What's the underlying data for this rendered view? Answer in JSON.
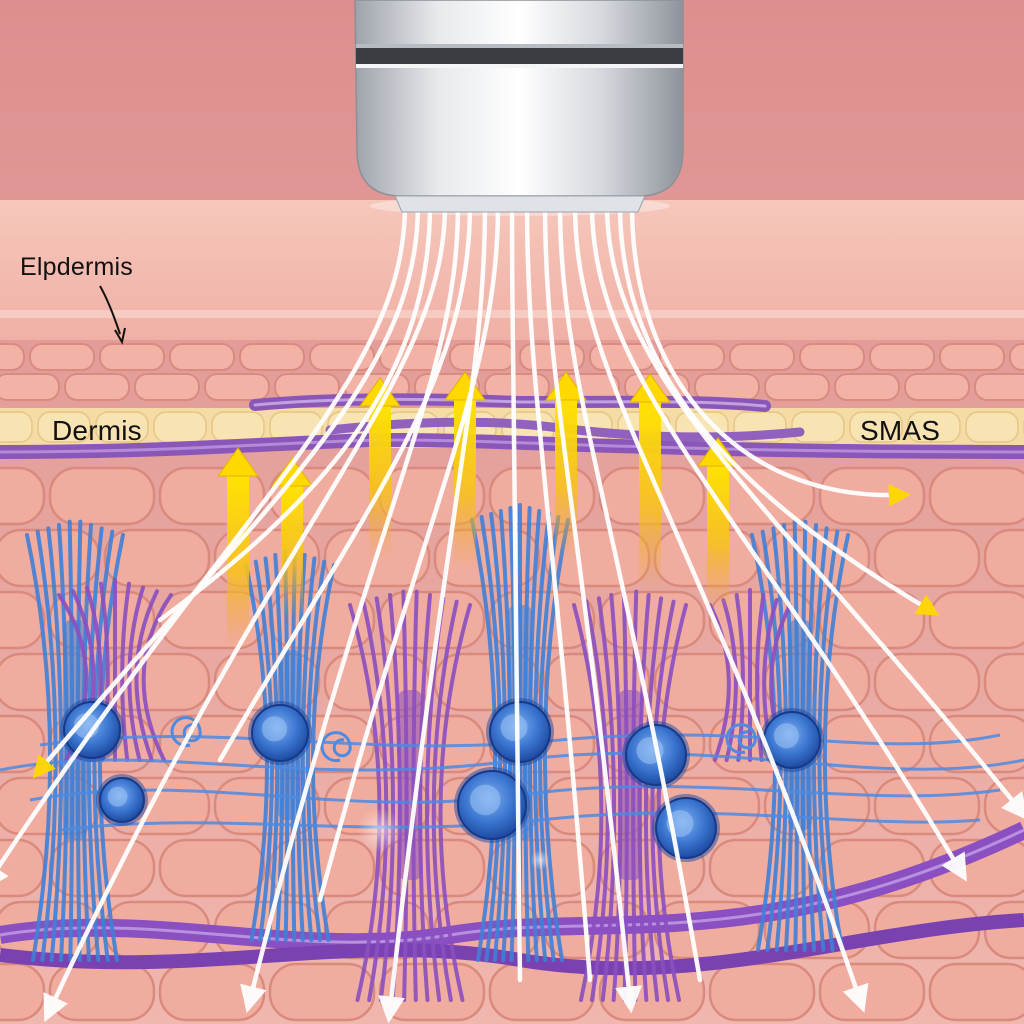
{
  "labels": {
    "epidermis": "Elpdermis",
    "dermis": "Dermis",
    "smas": "SMAS"
  },
  "colors": {
    "background_top": "#e8a2a0",
    "epidermis_band": "#f3bfb4",
    "cell_fill": "#f2b2a6",
    "cell_stroke": "#d98b80",
    "fat_band": "#f5dca6",
    "smas_band": "#8a56b8",
    "fiber_blue": "#3f7fd6",
    "fiber_purple": "#8a4fc0",
    "energy_beam": "#ffffff",
    "heat_arrow": "#f5d400",
    "probe_metal": "#c9ccd2"
  },
  "icons": {
    "device": "ultrasound-transducer-icon",
    "cell": "fibroblast-cell-icon",
    "heat": "upward-heat-arrow-icon"
  }
}
